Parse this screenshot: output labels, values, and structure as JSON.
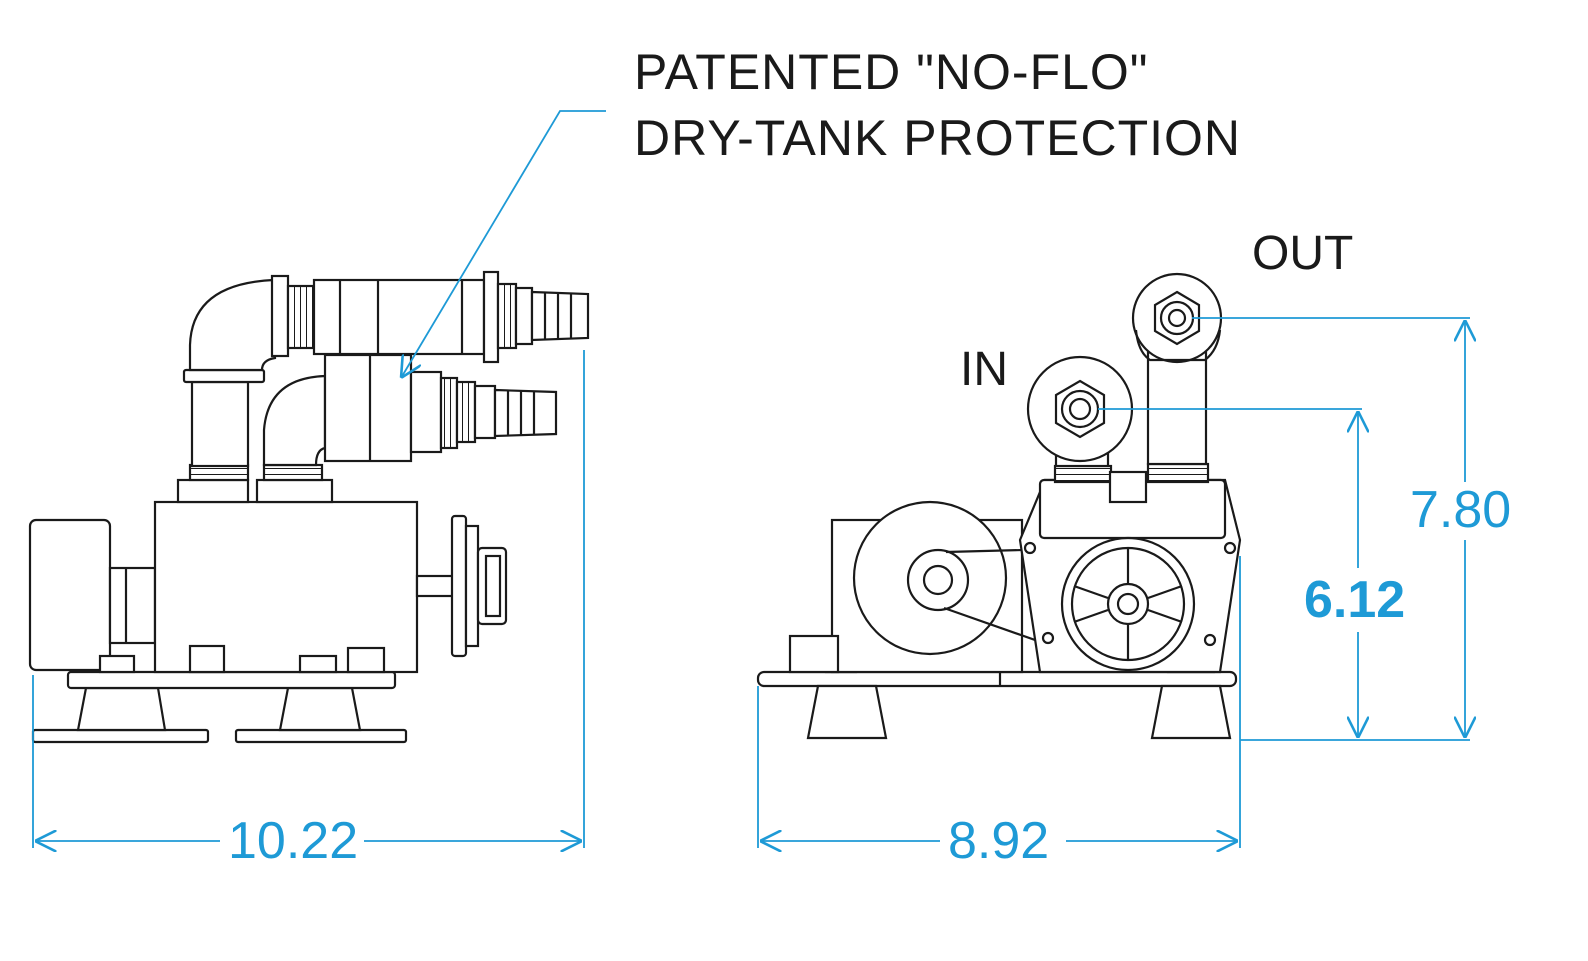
{
  "callout": {
    "line1": "PATENTED \"NO-FLO\"",
    "line2": "DRY-TANK PROTECTION"
  },
  "ports": {
    "out": "OUT",
    "in": "IN"
  },
  "dimensions": {
    "side_width": "10.22",
    "front_width": "8.92",
    "in_height": "6.12",
    "out_height": "7.80"
  },
  "colors": {
    "dimension": "#1e9ad6",
    "line": "#1a1a1a"
  }
}
